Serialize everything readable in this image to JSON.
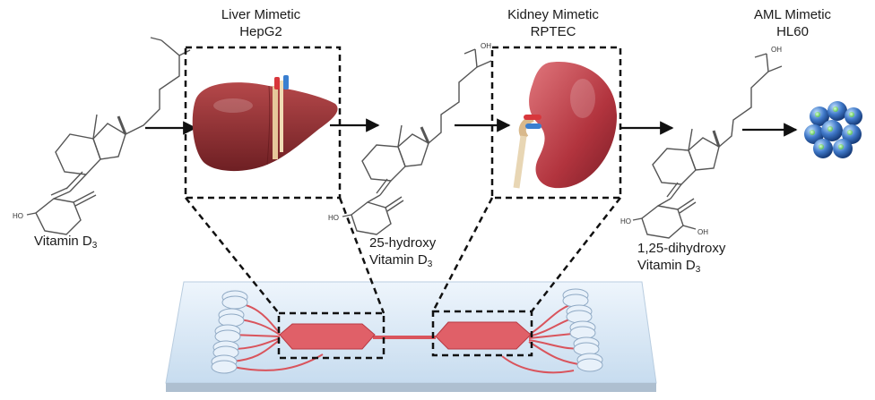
{
  "labels": {
    "vitamin_d3": {
      "text": "Vitamin D",
      "sub": "3"
    },
    "hydroxy_25": {
      "line1": "25-hydroxy",
      "line2": "Vitamin D",
      "sub": "3"
    },
    "dihydroxy": {
      "line1": "1,25-dihydroxy",
      "line2": "Vitamin D",
      "sub": "3"
    },
    "liver": {
      "line1": "Liver Mimetic",
      "line2": "HepG2"
    },
    "kidney": {
      "line1": "Kidney Mimetic",
      "line2": "RPTEC"
    },
    "aml": {
      "line1": "AML Mimetic",
      "line2": "HL60"
    }
  },
  "molecule_labels": {
    "oh": "OH",
    "ho": "HO"
  },
  "colors": {
    "liver": "#8e2a2e",
    "kidney": "#b2343e",
    "chip_channel": "#d9545c",
    "chip_glass": "#dbe9f6",
    "cell": "#3f78c8",
    "cell_nucleus": "#7fd67a",
    "dashed": "#111111"
  }
}
